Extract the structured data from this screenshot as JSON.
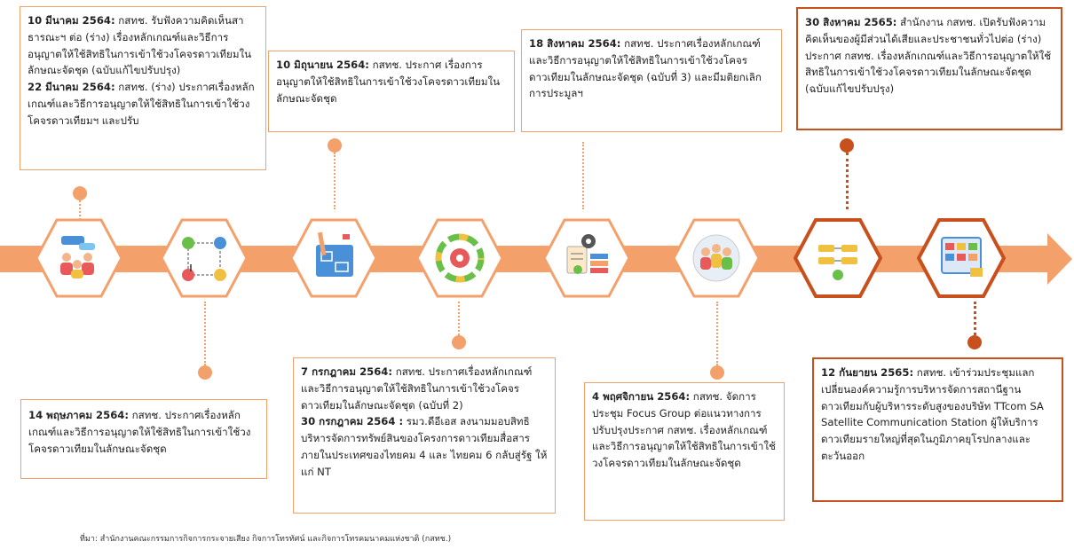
{
  "colors": {
    "accent": "#f4a06b",
    "accent_dark": "#c8501c"
  },
  "events": [
    {
      "id": "e1",
      "title": "10 มีนาคม 2564:",
      "text": " กสทช. รับฟังความคิดเห็นสาธารณะฯ ต่อ (ร่าง) เรื่องหลักเกณฑ์และวิธีการอนุญาตให้ใช้สิทธิในการเข้าใช้วงโคจรดาวเทียมในลักษณะจัดชุด (ฉบับแก้ไขปรับปรุง)",
      "title2": "22 มีนาคม 2564:",
      "text2": " กสทช. (ร่าง) ประกาศเรื่องหลักเกณฑ์และวิธีการอนุญาตให้ใช้สิทธิในการเข้าใช้วงโคจรดาวเทียมฯ และปรับ"
    },
    {
      "id": "e2",
      "title": "14 พฤษภาคม 2564:",
      "text": " กสทช. ประกาศเรื่องหลักเกณฑ์และวิธีการอนุญาตให้ใช้สิทธิในการเข้าใช้วงโคจรดาวเทียมในลักษณะจัดชุด"
    },
    {
      "id": "e3",
      "title": "10 มิถุนายน 2564:",
      "text": " กสทช. ประกาศ เรื่องการอนุญาตให้ใช้สิทธิในการเข้าใช้วงโคจรดาวเทียมในลักษณะจัดชุด"
    },
    {
      "id": "e4",
      "title": "7 กรกฎาคม 2564:",
      "text": " กสทช. ประกาศเรื่องหลักเกณฑ์และวิธีการอนุญาตให้ใช้สิทธิในการเข้าใช้วงโคจรดาวเทียมในลักษณะจัดชุด (ฉบับที่ 2)",
      "title2": "30 กรกฎาคม 2564 :",
      "text2": " รมว.ดีอีเอส ลงนามมอบสิทธิบริหารจัดการทรัพย์สินของโครงการดาวเทียมสื่อสารภายในประเทศของไทยคม 4 และ ไทยคม 6 กลับสู่รัฐ ให้แก่ NT"
    },
    {
      "id": "e5",
      "title": "18 สิงหาคม 2564:",
      "text": " กสทช. ประกาศเรื่องหลักเกณฑ์และวิธีการอนุญาตให้ใช้สิทธิในการเข้าใช้วงโคจรดาวเทียมในลักษณะจัดชุด (ฉบับที่ 3) และมีมติยกเลิกการประมูลฯ"
    },
    {
      "id": "e6",
      "title": "4 พฤศจิกายน 2564:",
      "text": " กสทช. จัดการประชุม Focus Group ต่อแนวทางการปรับปรุงประกาศ กสทช. เรื่องหลักเกณฑ์และวิธีการอนุญาตให้ใช้สิทธิในการเข้าใช้วงโคจรดาวเทียมในลักษณะจัดชุด"
    },
    {
      "id": "e7",
      "title": "30 สิงหาคม 2565:",
      "text": " สำนักงาน กสทช. เปิดรับฟังความคิดเห็นของผู้มีส่วนได้เสียและประชาชนทั่วไปต่อ (ร่าง) ประกาศ กสทช. เรื่องหลักเกณฑ์และวิธีการอนุญาตให้ใช้สิทธิในการเข้าใช้วงโคจรดาวเทียมในลักษณะจัดชุด (ฉบับแก้ไขปรับปรุง)"
    },
    {
      "id": "e8",
      "title": "12 กันยายน 2565:",
      "text": " กสทช. เข้าร่วมประชุมแลกเปลี่ยนองค์ความรู้การบริหารจัดการสถานีฐานดาวเทียมกับผู้บริหารระดับสูงของบริษัท TTcom SA Satellite Communication Station ผู้ให้บริการดาวเทียมรายใหญ่ที่สุดในภูมิภาคยุโรปกลางและตะวันออก"
    }
  ],
  "icons": [
    "people-meeting-icon",
    "process-steps-icon",
    "blueprint-icon",
    "gear-cycle-icon",
    "document-gear-icon",
    "team-target-icon",
    "flowchart-icon",
    "dashboard-board-icon"
  ],
  "source": "ที่มา: สำนักงานคณะกรรมการกิจการกระจายเสียง กิจการโทรทัศน์ และกิจการโทรคมนาคมแห่งชาติ (กสทช.)"
}
